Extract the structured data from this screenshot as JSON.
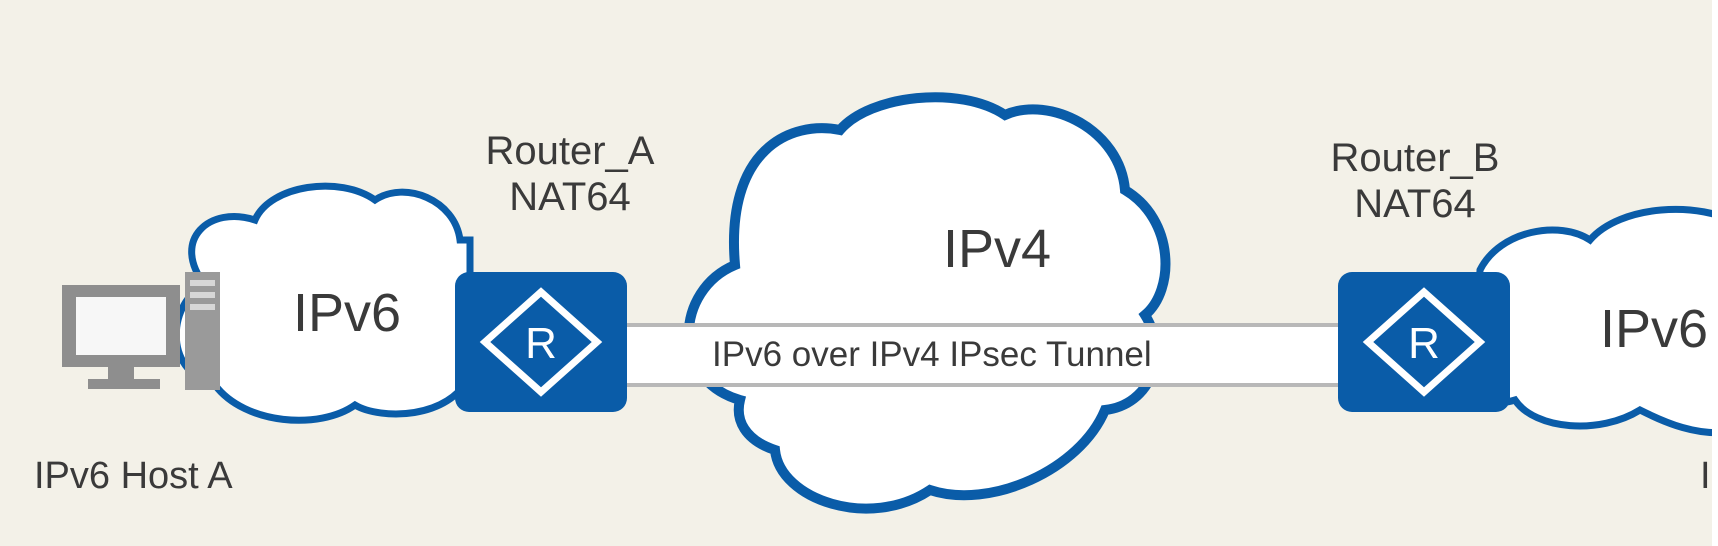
{
  "diagram": {
    "host_a": {
      "label": "IPv6 Host A",
      "icon": "computer-icon"
    },
    "router_a": {
      "name": "Router_A",
      "role": "NAT64",
      "icon": "router-icon"
    },
    "router_b": {
      "name": "Router_B",
      "role": "NAT64",
      "icon": "router-icon"
    },
    "cloud_left": {
      "label": "IPv6"
    },
    "cloud_center": {
      "label": "IPv4"
    },
    "cloud_right": {
      "label": "IPv6"
    },
    "tunnel": {
      "label": "IPv6 over IPv4 IPsec Tunnel"
    },
    "host_b": {
      "label": "I"
    }
  },
  "colors": {
    "background": "#f3f1e8",
    "brand_blue": "#0a5ca8",
    "cloud_fill": "#ffffff",
    "host_gray": "#8e8e8e",
    "text": "#3a3a3a"
  }
}
